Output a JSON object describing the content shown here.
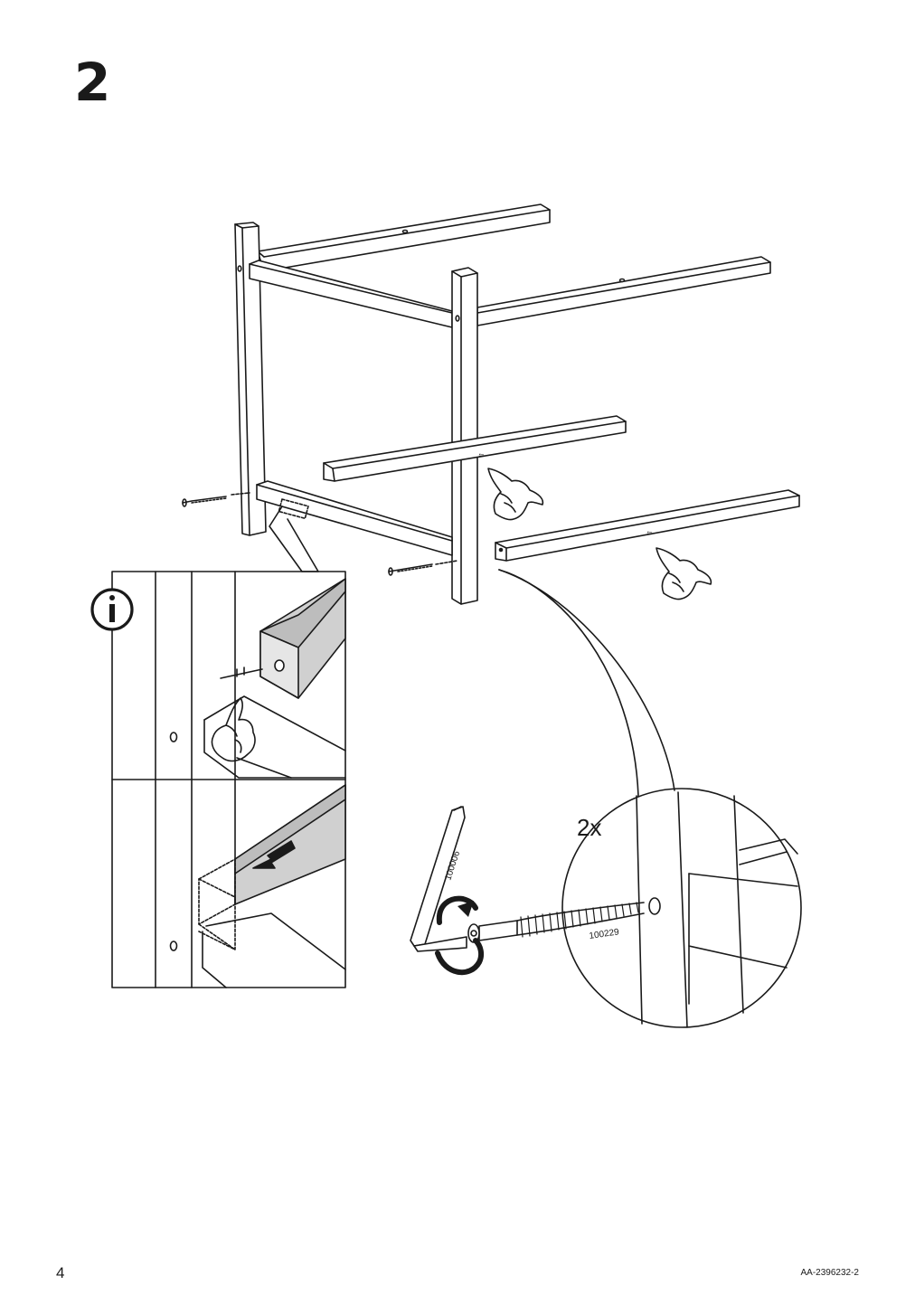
{
  "step": {
    "number": "2"
  },
  "detail": {
    "quantity": "2x"
  },
  "parts": {
    "allen_key": "100006",
    "screw": "100229"
  },
  "footer": {
    "page_number": "4",
    "document_code": "AA-2396232-2"
  },
  "colors": {
    "line": "#1a1a1a",
    "panel_fill": "#d0d0d0",
    "background": "#ffffff"
  },
  "icons": [
    "info-icon",
    "pointing-hand-icon",
    "arrow-icon",
    "rotate-arrow-icon"
  ]
}
